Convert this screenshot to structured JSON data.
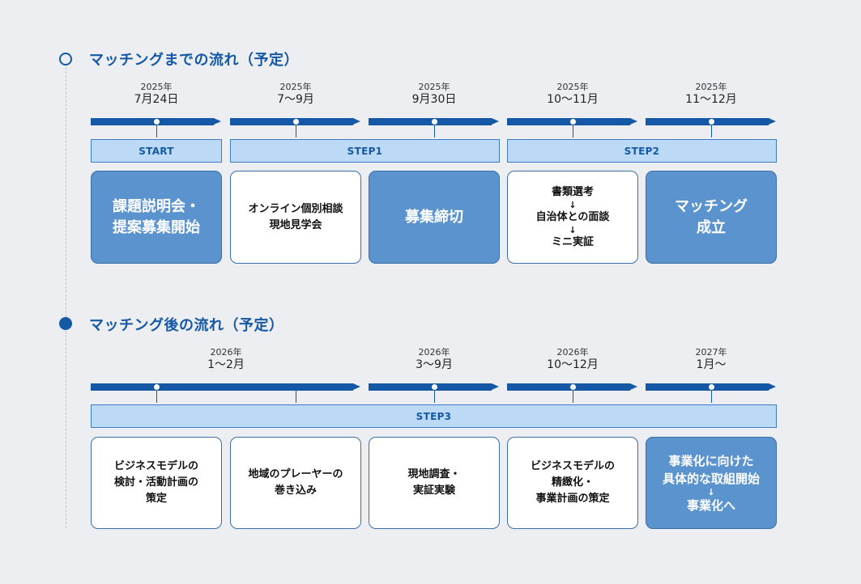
{
  "section1": {
    "title": "マッチングまでの流れ（予定）",
    "dates": [
      {
        "year": "2025年",
        "date": "7月24日"
      },
      {
        "year": "2025年",
        "date": "7〜9月"
      },
      {
        "year": "2025年",
        "date": "9月30日"
      },
      {
        "year": "2025年",
        "date": "10〜11月"
      },
      {
        "year": "2025年",
        "date": "11〜12月"
      }
    ],
    "steps": [
      "START",
      "STEP1",
      "STEP2"
    ],
    "cards": [
      {
        "lines": [
          "課題説明会・",
          "提案募集開始"
        ],
        "style": "blue"
      },
      {
        "lines": [
          "オンライン個別相談",
          "現地見学会"
        ],
        "style": "white"
      },
      {
        "lines": [
          "募集締切"
        ],
        "style": "blue"
      },
      {
        "lines": [
          "書類選考",
          "↓",
          "自治体との面談",
          "↓",
          "ミニ実証"
        ],
        "style": "white"
      },
      {
        "lines": [
          "マッチング",
          "成立"
        ],
        "style": "blue"
      }
    ]
  },
  "section2": {
    "title": "マッチング後の流れ（予定）",
    "dates": [
      {
        "year": "2026年",
        "date": "1〜2月"
      },
      {
        "year": "2026年",
        "date": "3〜9月"
      },
      {
        "year": "2026年",
        "date": "10〜12月"
      },
      {
        "year": "2027年",
        "date": "1月〜"
      }
    ],
    "steps": [
      "STEP3"
    ],
    "cards": [
      {
        "lines": [
          "ビジネスモデルの",
          "検討・活動計画の",
          "策定"
        ],
        "style": "white"
      },
      {
        "lines": [
          "地域のプレーヤーの",
          "巻き込み"
        ],
        "style": "white"
      },
      {
        "lines": [
          "現地調査・",
          "実証実験"
        ],
        "style": "white"
      },
      {
        "lines": [
          "ビジネスモデルの",
          "精緻化・",
          "事業計画の策定"
        ],
        "style": "white"
      },
      {
        "lines": [
          "事業化に向けた",
          "具体的な取組開始",
          "↓",
          "事業化へ"
        ],
        "style": "blue"
      }
    ]
  },
  "colors": {
    "accent": "#1559a6",
    "card_blue": "#5b93cf",
    "step_bg": "#bcdaf6",
    "background": "#eceef1"
  }
}
